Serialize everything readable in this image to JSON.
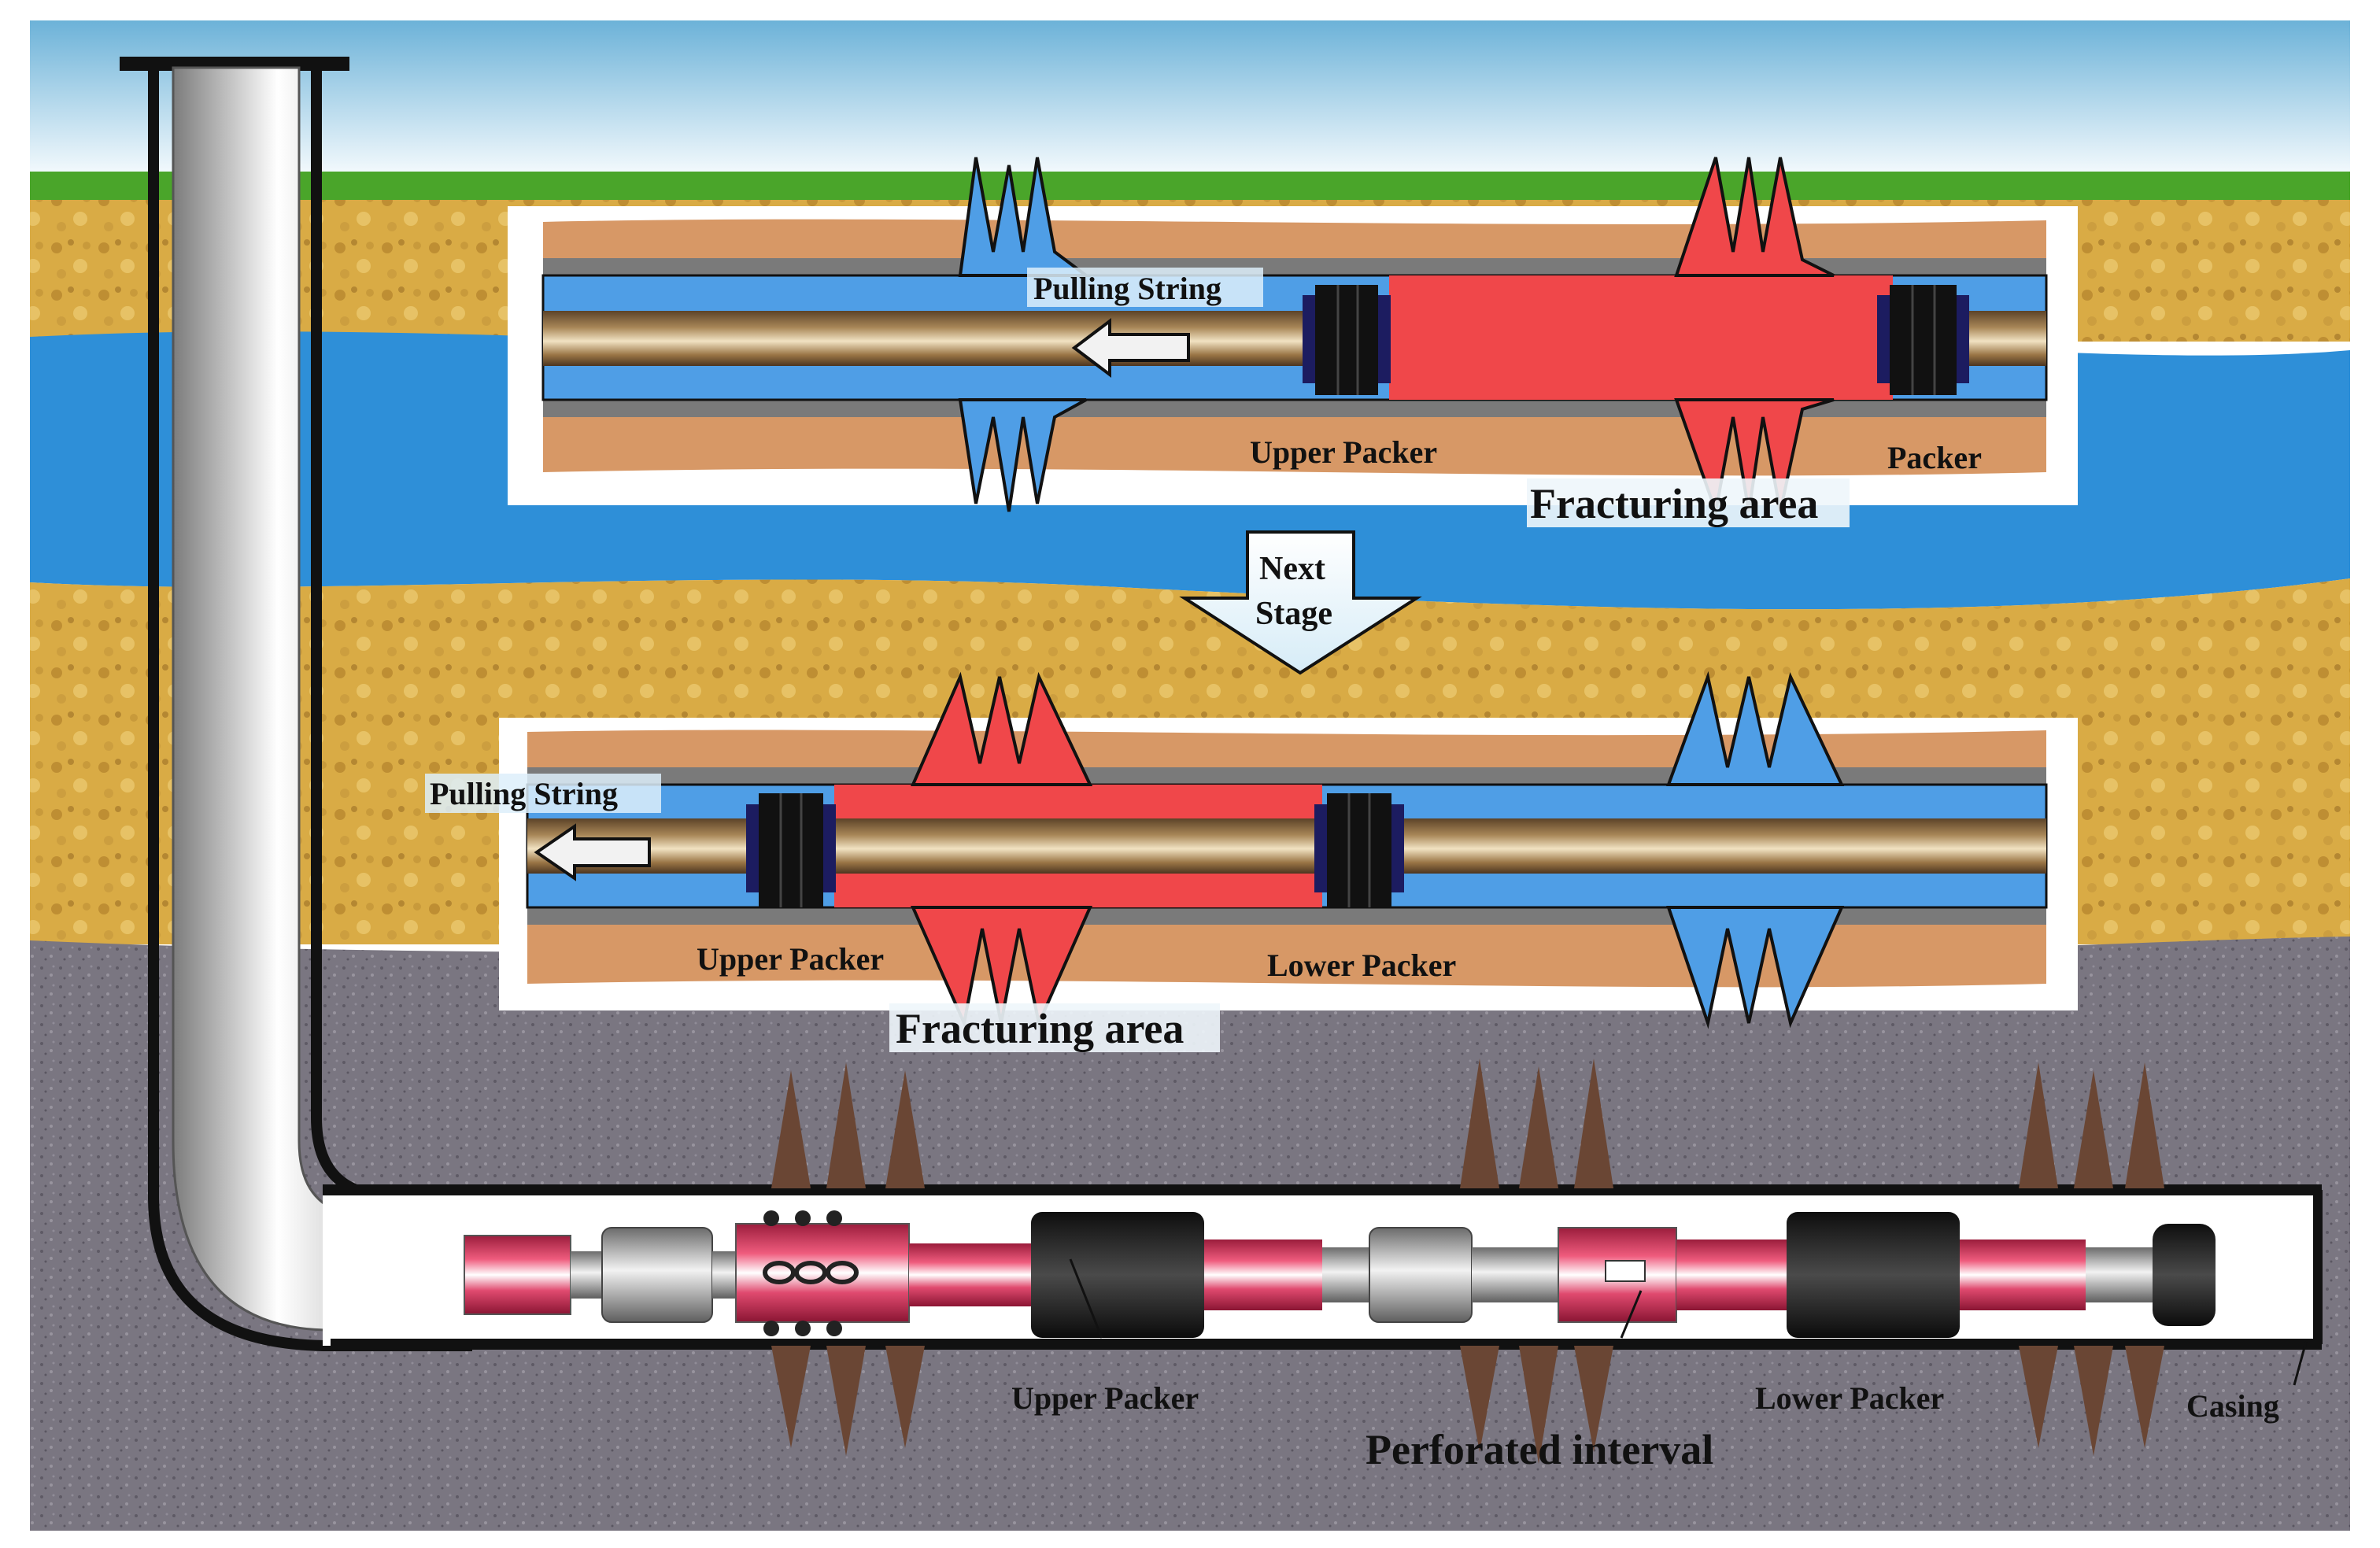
{
  "colors": {
    "sky_top": "#6fb3d9",
    "sky_bottom": "#ffffff",
    "grass": "#4aa52a",
    "sand": "#d4a63a",
    "water": "#2f8fd8",
    "rock": "#7d7884",
    "fracture_red": "#f0474a",
    "fracture_blue": "#4f9ee6",
    "packer_black": "#151515",
    "formation_orange": "#d99a68"
  },
  "panel_top": {
    "pulling_string_label": "Pulling String",
    "upper_packer_label": "Upper Packer",
    "packer_label": "Packer",
    "fracturing_area_label": "Fracturing area"
  },
  "next_stage": {
    "line1": "Next",
    "line2": "Stage"
  },
  "panel_bottom": {
    "pulling_string_label": "Pulling String",
    "upper_packer_label": "Upper Packer",
    "lower_packer_label": "Lower Packer",
    "fracturing_area_label": "Fracturing area"
  },
  "wellbore": {
    "upper_packer_label": "Upper Packer",
    "lower_packer_label": "Lower Packer",
    "perforated_interval_label": "Perforated interval",
    "casing_label": "Casing"
  }
}
